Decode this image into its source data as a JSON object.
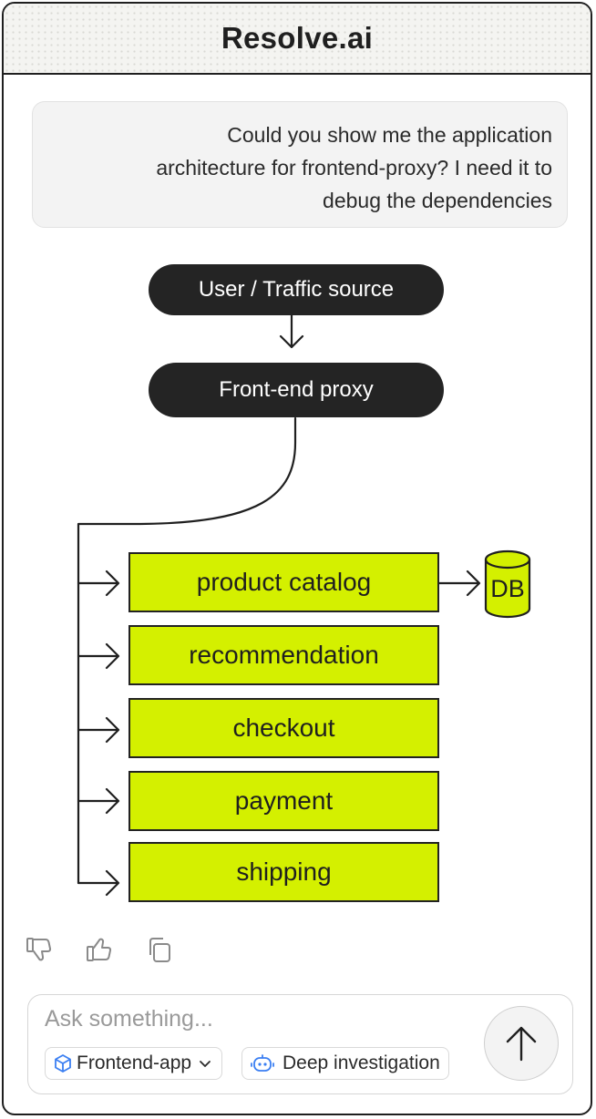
{
  "app": {
    "title": "Resolve.ai"
  },
  "chat": {
    "user_message_lines": [
      "Could you show me the application",
      "architecture for frontend-proxy? I need it to",
      "debug the dependencies"
    ]
  },
  "diagram": {
    "source_node": "User / Traffic source",
    "proxy_node": "Front-end proxy",
    "services": [
      "product catalog",
      "recommendation",
      "checkout",
      "payment",
      "shipping"
    ],
    "database_label": "DB",
    "service_color": "#d4f000",
    "node_color": "#242424"
  },
  "feedback": {
    "icons": [
      "thumbs-down-icon",
      "thumbs-up-icon",
      "copy-icon"
    ]
  },
  "composer": {
    "placeholder": "Ask something...",
    "context_chip": "Frontend-app",
    "mode_chip": "Deep investigation"
  }
}
